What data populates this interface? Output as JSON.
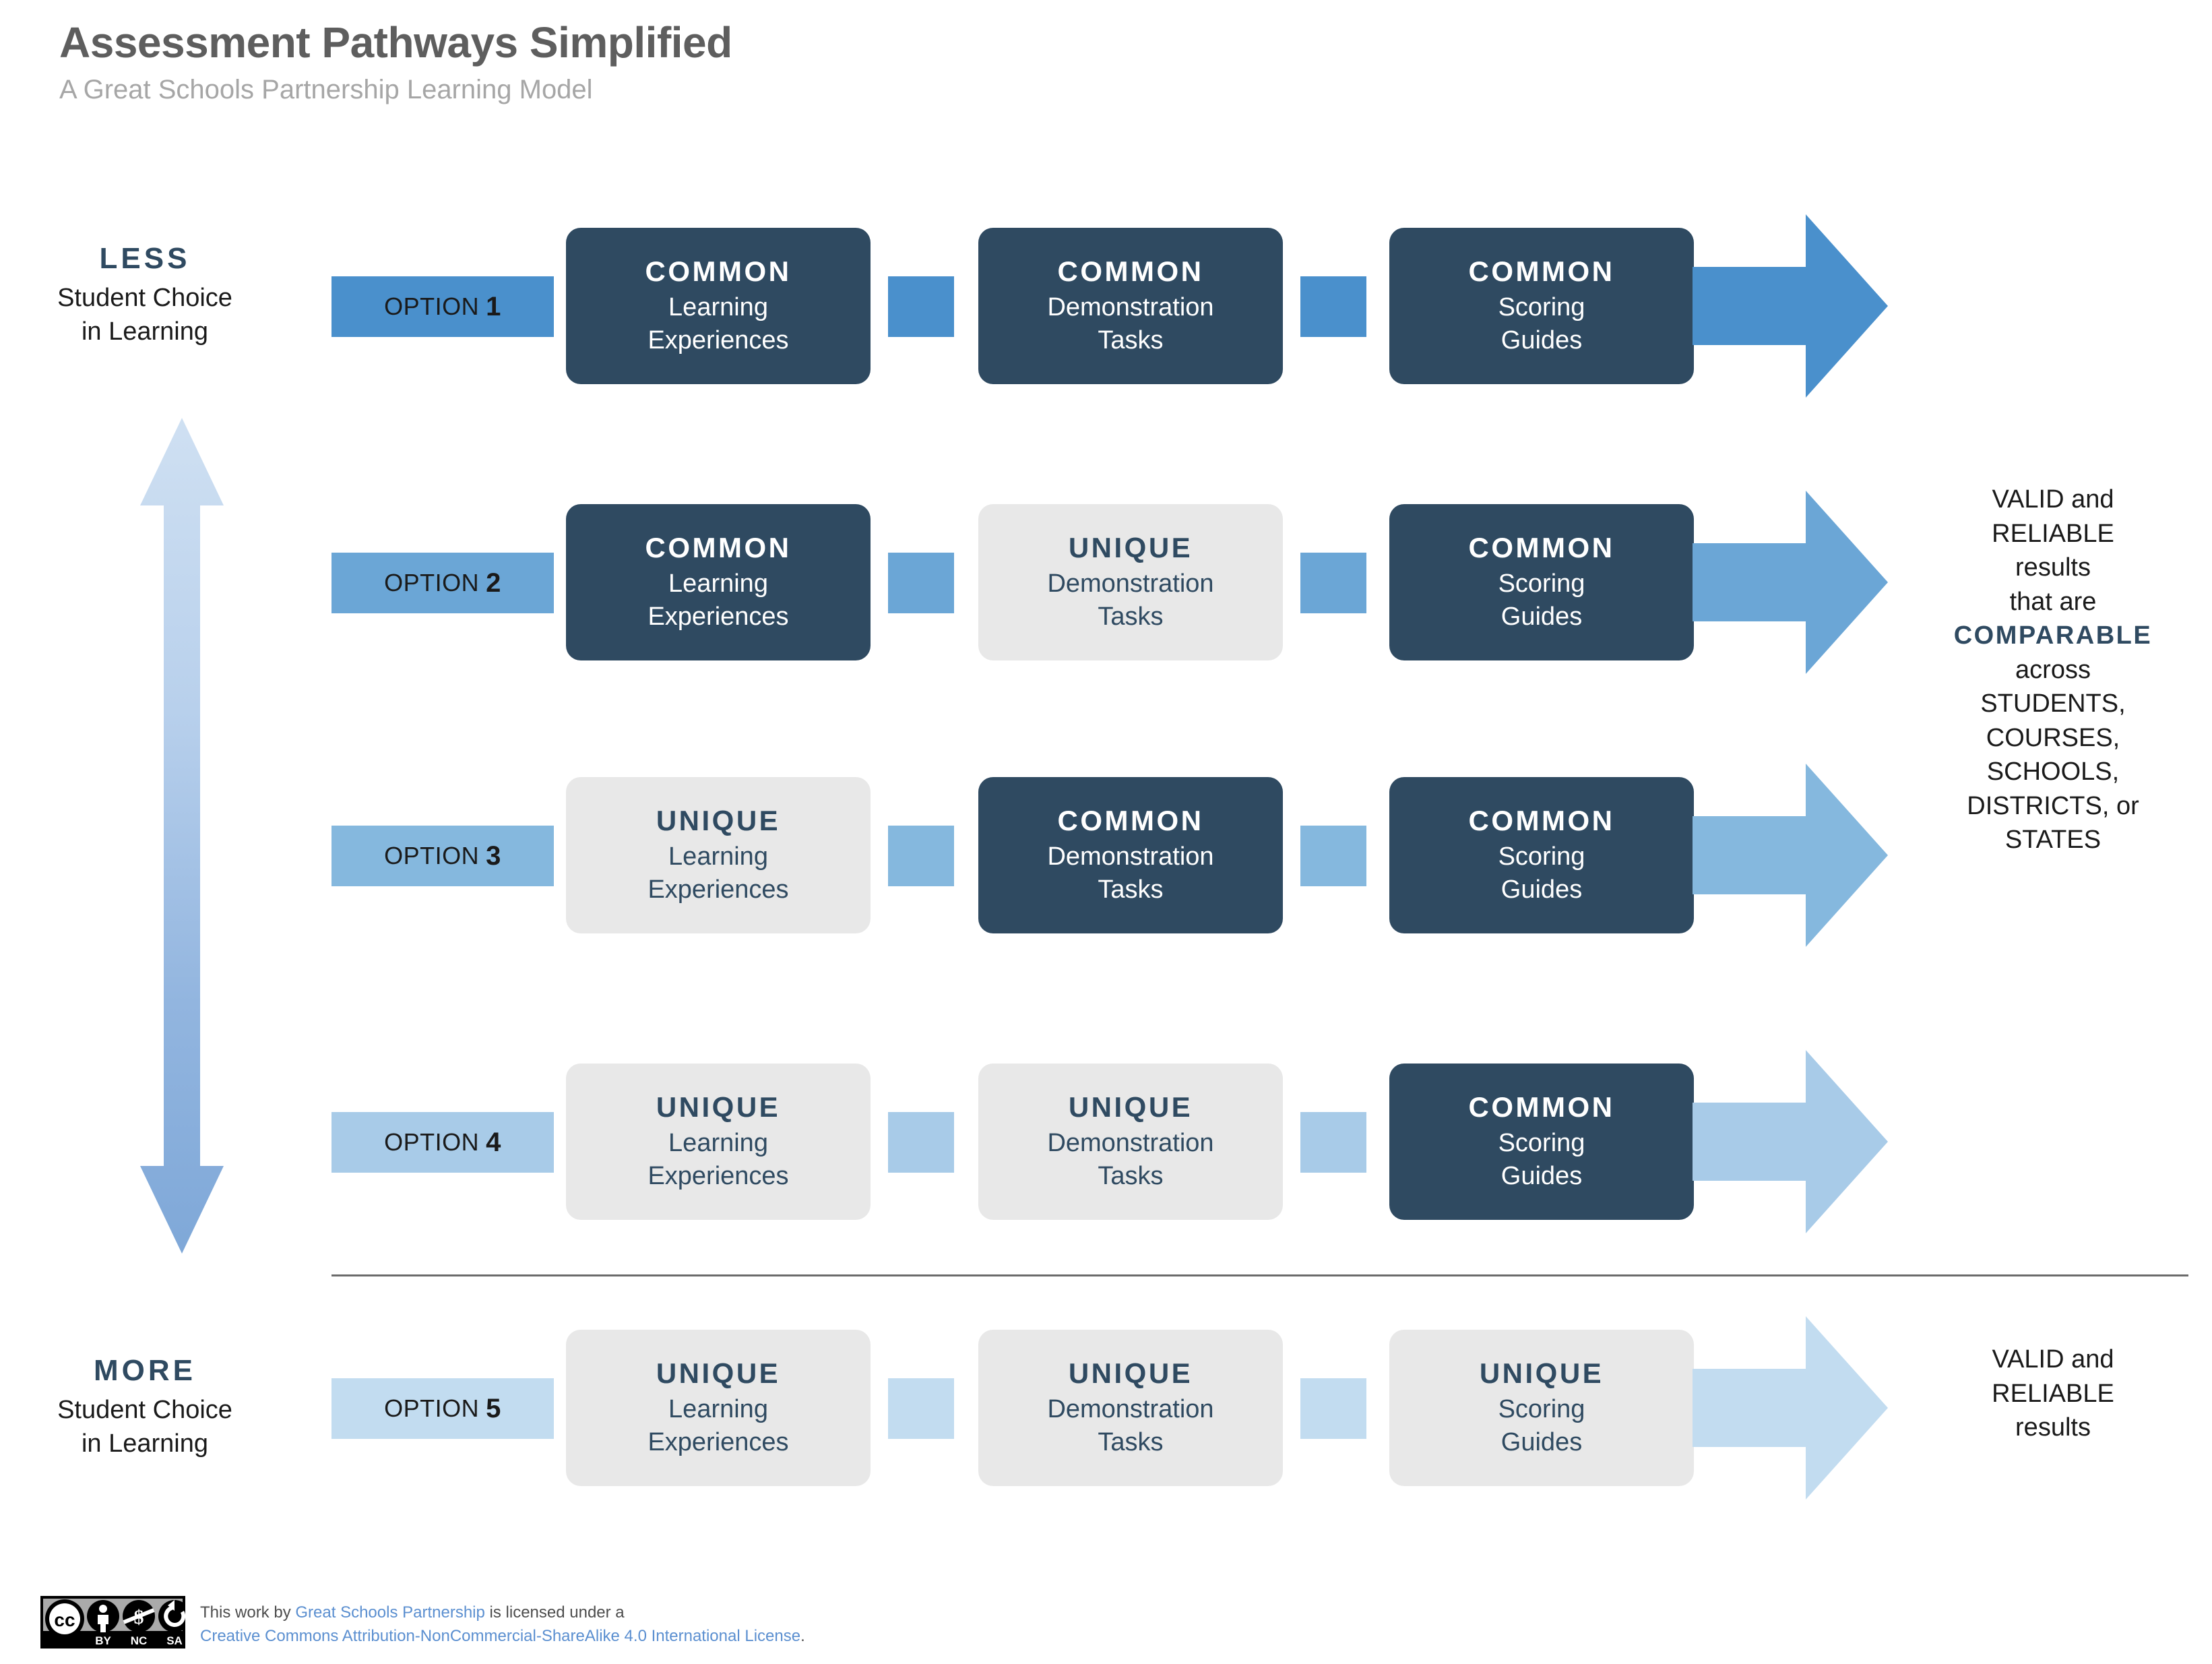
{
  "header": {
    "title": "Assessment Pathways Simplified",
    "subtitle": "A Great Schools Partnership Learning Model"
  },
  "colors": {
    "common_fill": "#2F4A61",
    "unique_fill": "#E8E8E8",
    "title_gray": "#5E5E5E",
    "subtitle_gray": "#A6A6A6",
    "option_1": "#4A90CC",
    "option_2": "#6BA6D6",
    "option_3": "#85B8DE",
    "option_4": "#A8CBE8",
    "option_5": "#C2DCF0",
    "divider": "#6B6B6B",
    "link_blue": "#5B8FD0"
  },
  "axis": {
    "top": {
      "strong": "LESS",
      "line1": "Student Choice",
      "line2": "in Learning"
    },
    "bottom": {
      "strong": "MORE",
      "line1": "Student Choice",
      "line2": "in Learning"
    },
    "arrow_icon": "double-headed-vertical-arrow-icon"
  },
  "rows": [
    {
      "option_label": "OPTION",
      "option_number": "1",
      "chip_color": "#4A90CC",
      "arrow_color": "#4A90CC",
      "connector_color": "#4A90CC",
      "stages": [
        {
          "kind": "COMMON",
          "desc_line1": "Learning",
          "desc_line2": "Experiences",
          "style": "common"
        },
        {
          "kind": "COMMON",
          "desc_line1": "Demonstration",
          "desc_line2": "Tasks",
          "style": "common"
        },
        {
          "kind": "COMMON",
          "desc_line1": "Scoring",
          "desc_line2": "Guides",
          "style": "common"
        }
      ]
    },
    {
      "option_label": "OPTION",
      "option_number": "2",
      "chip_color": "#6BA6D6",
      "arrow_color": "#6BA6D6",
      "connector_color": "#6BA6D6",
      "stages": [
        {
          "kind": "COMMON",
          "desc_line1": "Learning",
          "desc_line2": "Experiences",
          "style": "common"
        },
        {
          "kind": "UNIQUE",
          "desc_line1": "Demonstration",
          "desc_line2": "Tasks",
          "style": "unique"
        },
        {
          "kind": "COMMON",
          "desc_line1": "Scoring",
          "desc_line2": "Guides",
          "style": "common"
        }
      ]
    },
    {
      "option_label": "OPTION",
      "option_number": "3",
      "chip_color": "#85B8DE",
      "arrow_color": "#85B8DE",
      "connector_color": "#85B8DE",
      "stages": [
        {
          "kind": "UNIQUE",
          "desc_line1": "Learning",
          "desc_line2": "Experiences",
          "style": "unique"
        },
        {
          "kind": "COMMON",
          "desc_line1": "Demonstration",
          "desc_line2": "Tasks",
          "style": "common"
        },
        {
          "kind": "COMMON",
          "desc_line1": "Scoring",
          "desc_line2": "Guides",
          "style": "common"
        }
      ]
    },
    {
      "option_label": "OPTION",
      "option_number": "4",
      "chip_color": "#A8CBE8",
      "arrow_color": "#A8CBE8",
      "connector_color": "#A8CBE8",
      "stages": [
        {
          "kind": "UNIQUE",
          "desc_line1": "Learning",
          "desc_line2": "Experiences",
          "style": "unique"
        },
        {
          "kind": "UNIQUE",
          "desc_line1": "Demonstration",
          "desc_line2": "Tasks",
          "style": "unique"
        },
        {
          "kind": "COMMON",
          "desc_line1": "Scoring",
          "desc_line2": "Guides",
          "style": "common"
        }
      ]
    },
    {
      "option_label": "OPTION",
      "option_number": "5",
      "chip_color": "#C2DCF0",
      "arrow_color": "#C2DCF0",
      "connector_color": "#C2DCF0",
      "stages": [
        {
          "kind": "UNIQUE",
          "desc_line1": "Learning",
          "desc_line2": "Experiences",
          "style": "unique"
        },
        {
          "kind": "UNIQUE",
          "desc_line1": "Demonstration",
          "desc_line2": "Tasks",
          "style": "unique"
        },
        {
          "kind": "UNIQUE",
          "desc_line1": "Scoring",
          "desc_line2": "Guides",
          "style": "unique"
        }
      ]
    }
  ],
  "results": {
    "main": {
      "l1": "VALID and",
      "l2": "RELIABLE",
      "l3": "results",
      "l4": "that are",
      "l5": "COMPARABLE",
      "l6": "across",
      "l7": "STUDENTS,",
      "l8": "COURSES,",
      "l9": "SCHOOLS,",
      "l10": "DISTRICTS, or",
      "l11": "STATES"
    },
    "last": {
      "l1": "VALID and",
      "l2": "RELIABLE",
      "l3": "results"
    }
  },
  "license": {
    "badge_icon": "creative-commons-by-nc-sa-icon",
    "line1_a": "This work by ",
    "line1_link": "Great Schools Partnership",
    "line1_b": " is licensed under a",
    "line2_link": "Creative Commons Attribution-NonCommercial-ShareAlike 4.0 International License",
    "line2_end": "."
  }
}
